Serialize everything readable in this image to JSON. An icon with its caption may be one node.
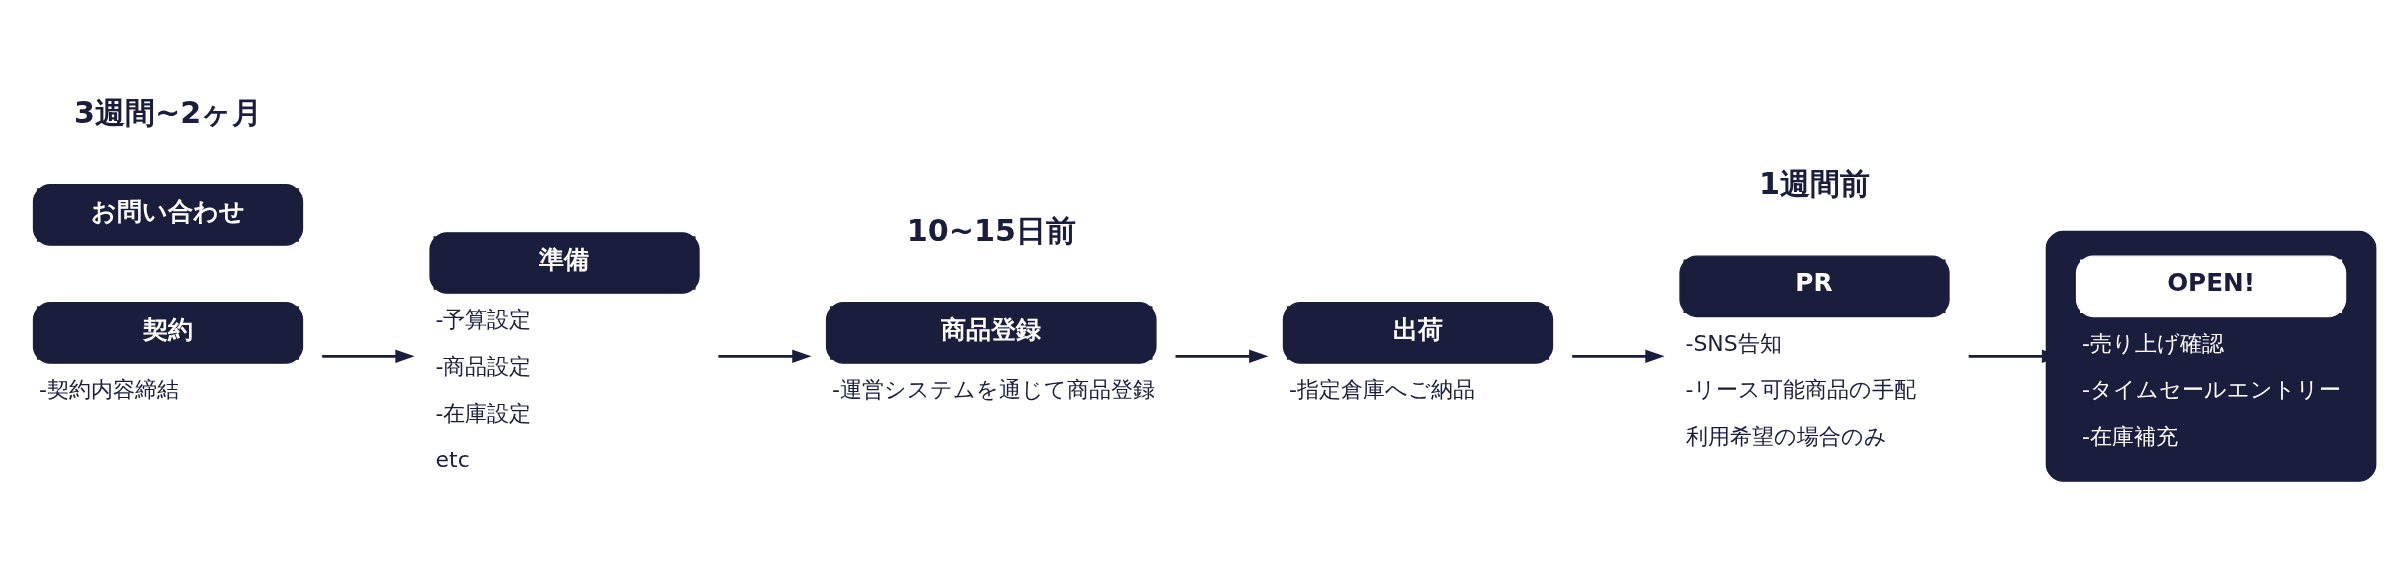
{
  "diagram": {
    "nodes": [
      {
        "text": [
          "お問い合わせ"
        ]
      },
      {
        "text": [
          "契約"
        ],
        "beside": [
          "-契約内容締結"
        ]
      },
      {
        "text": [
          "準備"
        ],
        "beside": [
          "-予算設定",
          "-商品設定",
          "-在庫設定",
          "etc"
        ]
      },
      {
        "text": [
          "商品登録"
        ],
        "beside": [
          "-運営システムを通じて商品登録"
        ]
      },
      {
        "text": [
          "出荷"
        ],
        "beside": [
          "-指定倉庫へご納品"
        ]
      },
      {
        "text": [
          "PR"
        ],
        "beside": [
          "-SNS告知",
          "-リース可能商品の手配",
          "利用希望の場合のみ"
        ]
      },
      {
        "text": [],
        "shape": "box"
      },
      {
        "text": [
          "OPEN!"
        ],
        "in": 6,
        "beside": [
          "-売り上げ確認",
          "-タイムセールエントリー",
          "-在庫補充"
        ]
      }
    ],
    "edges": [
      {
        "from": 1,
        "to": 2,
        "arrow": "to"
      },
      {
        "from": 2,
        "to": 3,
        "arrow": "to"
      },
      {
        "from": 3,
        "to": 4,
        "arrow": "to"
      },
      {
        "from": 4,
        "to": 5,
        "arrow": "to"
      },
      {
        "from": 5,
        "to": 7,
        "arrow": "to"
      }
    ],
    "labels": [
      "3週間~2ヶ月",
      "10~15日前",
      "1週間前"
    ]
  }
}
